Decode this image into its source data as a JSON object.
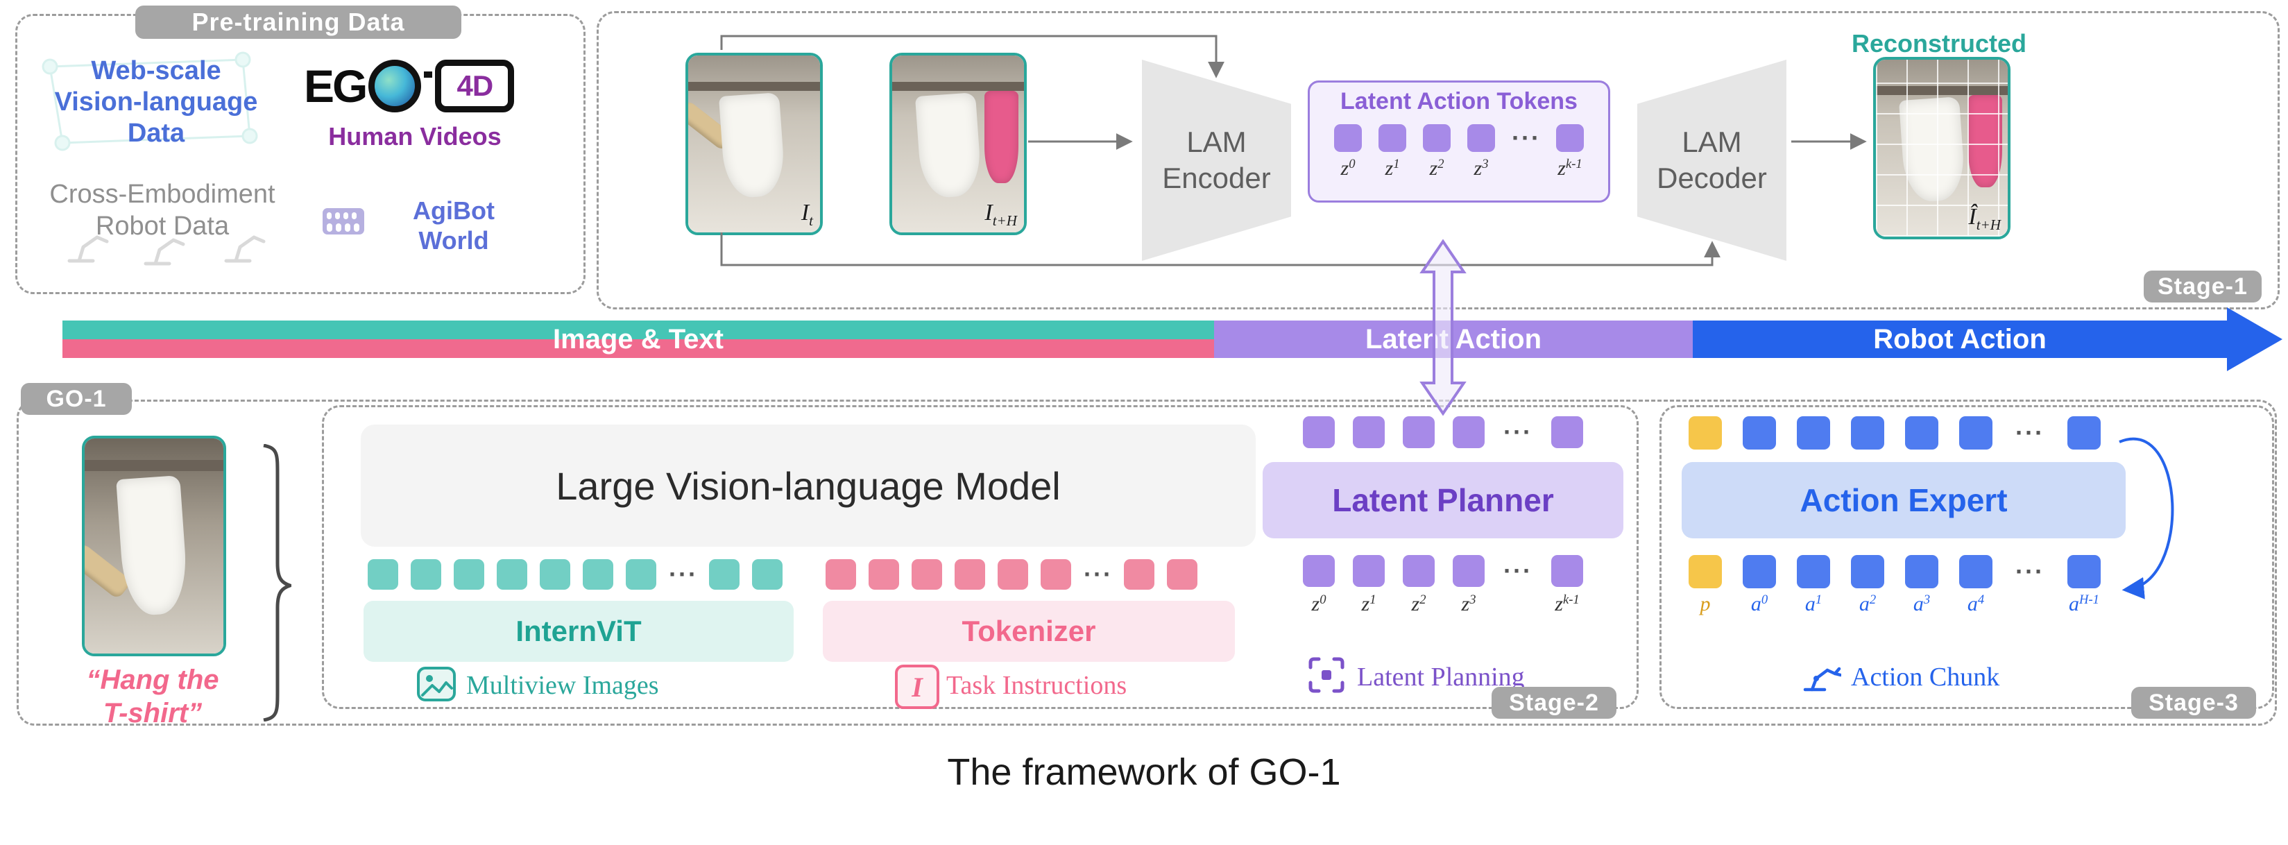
{
  "figure": {
    "caption": "The framework of GO-1"
  },
  "common": {
    "ellipsis": "···"
  },
  "colors": {
    "teal": "#2aa79b",
    "pink": "#f2688c",
    "purple": "#8a5fd6",
    "blue": "#2563eb",
    "yellow": "#f6c64a",
    "gray_pill": "#a6a6a6"
  },
  "pretraining": {
    "label": "Pre-training Data",
    "web_scale_lines": [
      "Web-scale",
      "Vision-language",
      "Data"
    ],
    "ego4d": {
      "eg": "EG",
      "four_d": "4D",
      "caption": "Human Videos"
    },
    "cross_embodiment_lines": [
      "Cross-Embodiment",
      "Robot Data"
    ],
    "agibot_lines": [
      "AgiBot",
      "World"
    ]
  },
  "stage1": {
    "label": "Stage-1",
    "encoder_lines": [
      "LAM",
      "Encoder"
    ],
    "decoder_lines": [
      "LAM",
      "Decoder"
    ],
    "tokens_title": "Latent Action Tokens",
    "z_labels": [
      {
        "base": "z",
        "sub": "0"
      },
      {
        "base": "z",
        "sub": "1"
      },
      {
        "base": "z",
        "sub": "2"
      },
      {
        "base": "z",
        "sub": "3"
      },
      {
        "base": "z",
        "sub": "k-1"
      }
    ],
    "frames": {
      "current": {
        "base": "I",
        "sub": "t"
      },
      "future": {
        "base": "I",
        "sub": "t+H"
      },
      "recon": {
        "base": "Î",
        "sub": "t+H"
      },
      "recon_caption": "Reconstructed"
    }
  },
  "bar": {
    "segments": [
      {
        "label": "Image & Text"
      },
      {
        "label": "Latent Action"
      },
      {
        "label": "Robot Action"
      }
    ]
  },
  "go1": {
    "label": "GO-1",
    "instruction_lines": [
      "“Hang the",
      "T-shirt”"
    ]
  },
  "stage2": {
    "label": "Stage-2",
    "vlm": "Large Vision-language Model",
    "internvit": "InternViT",
    "tokenizer": "Tokenizer",
    "multiview_caption": "Multiview Images",
    "task_caption": "Task Instructions",
    "task_icon_letter": "I",
    "planner": "Latent Planner",
    "planning_caption": "Latent Planning",
    "z_labels": [
      {
        "base": "z",
        "sub": "0"
      },
      {
        "base": "z",
        "sub": "1"
      },
      {
        "base": "z",
        "sub": "2"
      },
      {
        "base": "z",
        "sub": "3"
      },
      {
        "base": "z",
        "sub": "k-1"
      }
    ]
  },
  "stage3": {
    "label": "Stage-3",
    "expert": "Action Expert",
    "chunk_caption": "Action Chunk",
    "token_labels": [
      {
        "base": "p",
        "sub": ""
      },
      {
        "base": "a",
        "sub": "0"
      },
      {
        "base": "a",
        "sub": "1"
      },
      {
        "base": "a",
        "sub": "2"
      },
      {
        "base": "a",
        "sub": "3"
      },
      {
        "base": "a",
        "sub": "4"
      },
      {
        "base": "a",
        "sub": "H-1"
      }
    ]
  }
}
